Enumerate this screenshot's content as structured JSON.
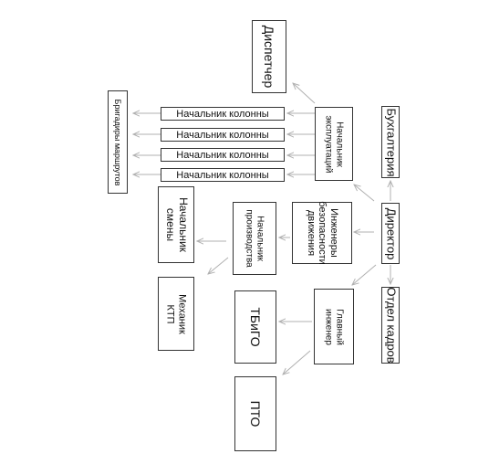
{
  "nodes": {
    "dispatcher": "Диспетчер",
    "brigadiers": "Бригадиры маршрутов",
    "column_head_1": "Начальник колонны",
    "column_head_2": "Начальник колонны",
    "column_head_3": "Начальник колонны",
    "column_head_4": "Начальник колонны",
    "operations_head": "Начальник\nэксплуатаций",
    "accounting": "Бухгалтерия",
    "director": "Директор",
    "hr_department": "Отдел кадров",
    "safety_engineers": "Инженеры\nбезопасности\nдвижения",
    "production_head": "Начальник\nпроизводства",
    "shift_head": "Начальник\nсмены",
    "ktp_mechanic": "Механик\nКТП",
    "chief_engineer": "Главный\nинженер",
    "tbigo": "ТБиГО",
    "pto": "ПТО"
  },
  "colors": {
    "stroke": "#333333",
    "arrow": "#b0b0b0",
    "background": "#ffffff"
  }
}
